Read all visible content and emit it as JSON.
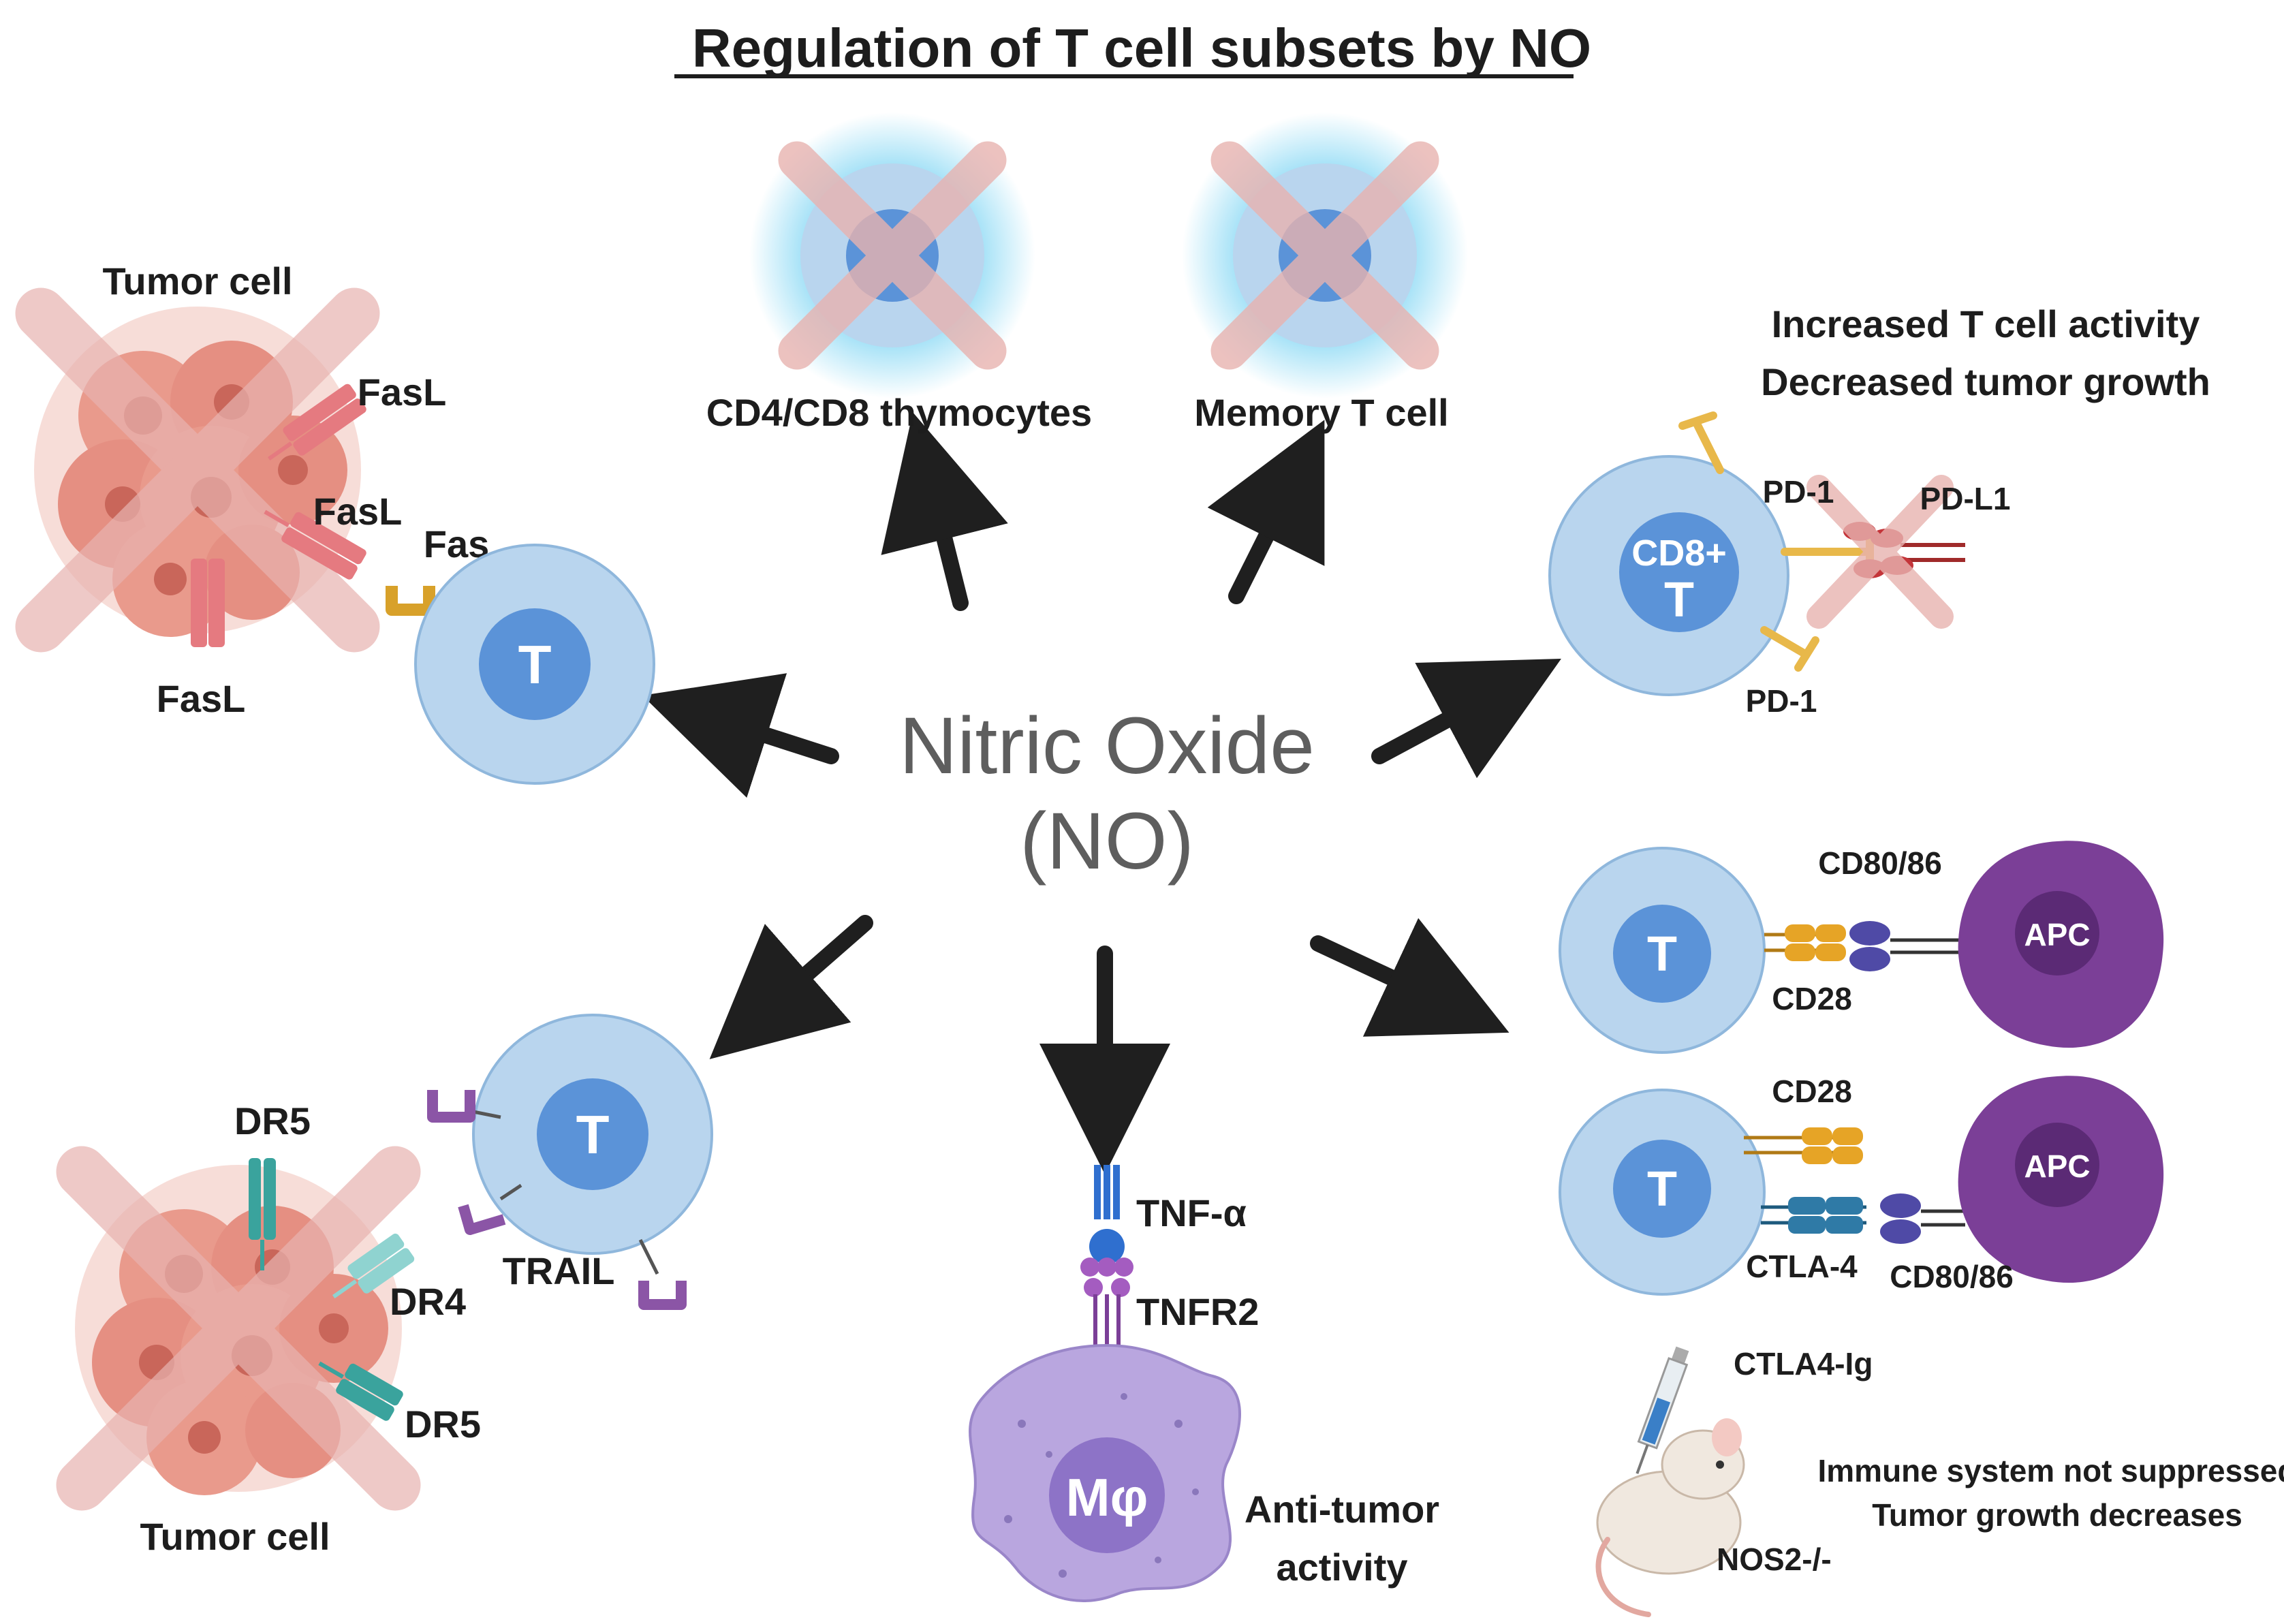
{
  "title": "Regulation of T cell subsets by NO",
  "center": {
    "line1": "Nitric Oxide",
    "line2": "(NO)"
  },
  "top_left": {
    "tumor_label": "Tumor cell",
    "fasl_a": "FasL",
    "fasl_b": "FasL",
    "fasl_c": "FasL",
    "fas": "Fas",
    "t_cell": "T"
  },
  "top_mid": {
    "thymocytes": "CD4/CD8 thymocytes",
    "memory": "Memory T cell"
  },
  "top_right": {
    "heading1": "Increased T cell activity",
    "heading2": "Decreased tumor growth",
    "cd8_line1": "CD8+",
    "cd8_line2": "T",
    "pd1_top": "PD-1",
    "pdl1": "PD-L1",
    "pd1_bottom": "PD-1"
  },
  "mid_right": {
    "t_upper": "T",
    "apc_upper": "APC",
    "cd80_upper": "CD80/86",
    "cd28_upper": "CD28",
    "t_lower": "T",
    "apc_lower": "APC",
    "cd28_lower": "CD28",
    "ctla4": "CTLA-4",
    "cd80_lower": "CD80/86"
  },
  "bottom_left": {
    "dr5_top": "DR5",
    "dr4": "DR4",
    "dr5_bottom": "DR5",
    "trail": "TRAIL",
    "tumor_label": "Tumor cell",
    "t_cell": "T"
  },
  "bottom_mid": {
    "tnfa": "TNF-α",
    "tnfr2": "TNFR2",
    "macrophage": "Mφ",
    "activity1": "Anti-tumor",
    "activity2": "activity"
  },
  "bottom_right": {
    "drug": "CTLA4-Ig",
    "mouse": "NOS2-/-",
    "result1": "Immune system not suppressed",
    "result2": "Tumor growth decreases"
  },
  "colors": {
    "t_cell_outer": "#b9d5ee",
    "t_cell_inner": "#5b93d8",
    "apc": "#7b3f97",
    "apc_nucleus": "#5b2a75",
    "macrophage": "#b9a6df",
    "tumor": "#e58f82",
    "cross": "#e8b3b0",
    "fas": "#d8a12a",
    "trail": "#8b55a6",
    "dr": "#3aa39d",
    "cd28": "#e6a426",
    "ctla4": "#2f7aa6",
    "cd80": "#4f4aa6",
    "arrow": "#1f1f1f"
  }
}
